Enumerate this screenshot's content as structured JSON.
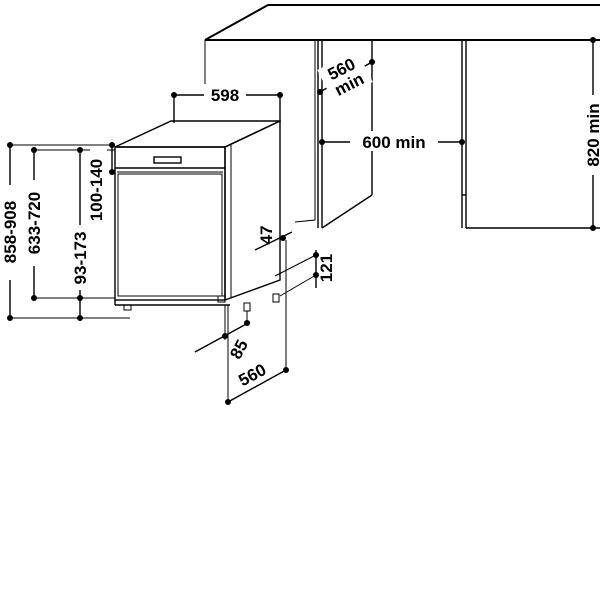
{
  "diagram": {
    "cabinet_depth_min": "560",
    "cabinet_depth_min_suffix": "min",
    "niche_width_min": "600 min",
    "niche_height_min": "820 min",
    "appliance_width": "598",
    "toekick_height": "100-140",
    "total_height_range": "858-908",
    "door_height_range": "633-720",
    "plinth_range": "93-173",
    "door_offset": "47",
    "foot_height": "121",
    "foot_depth": "85",
    "appliance_depth": "560"
  }
}
